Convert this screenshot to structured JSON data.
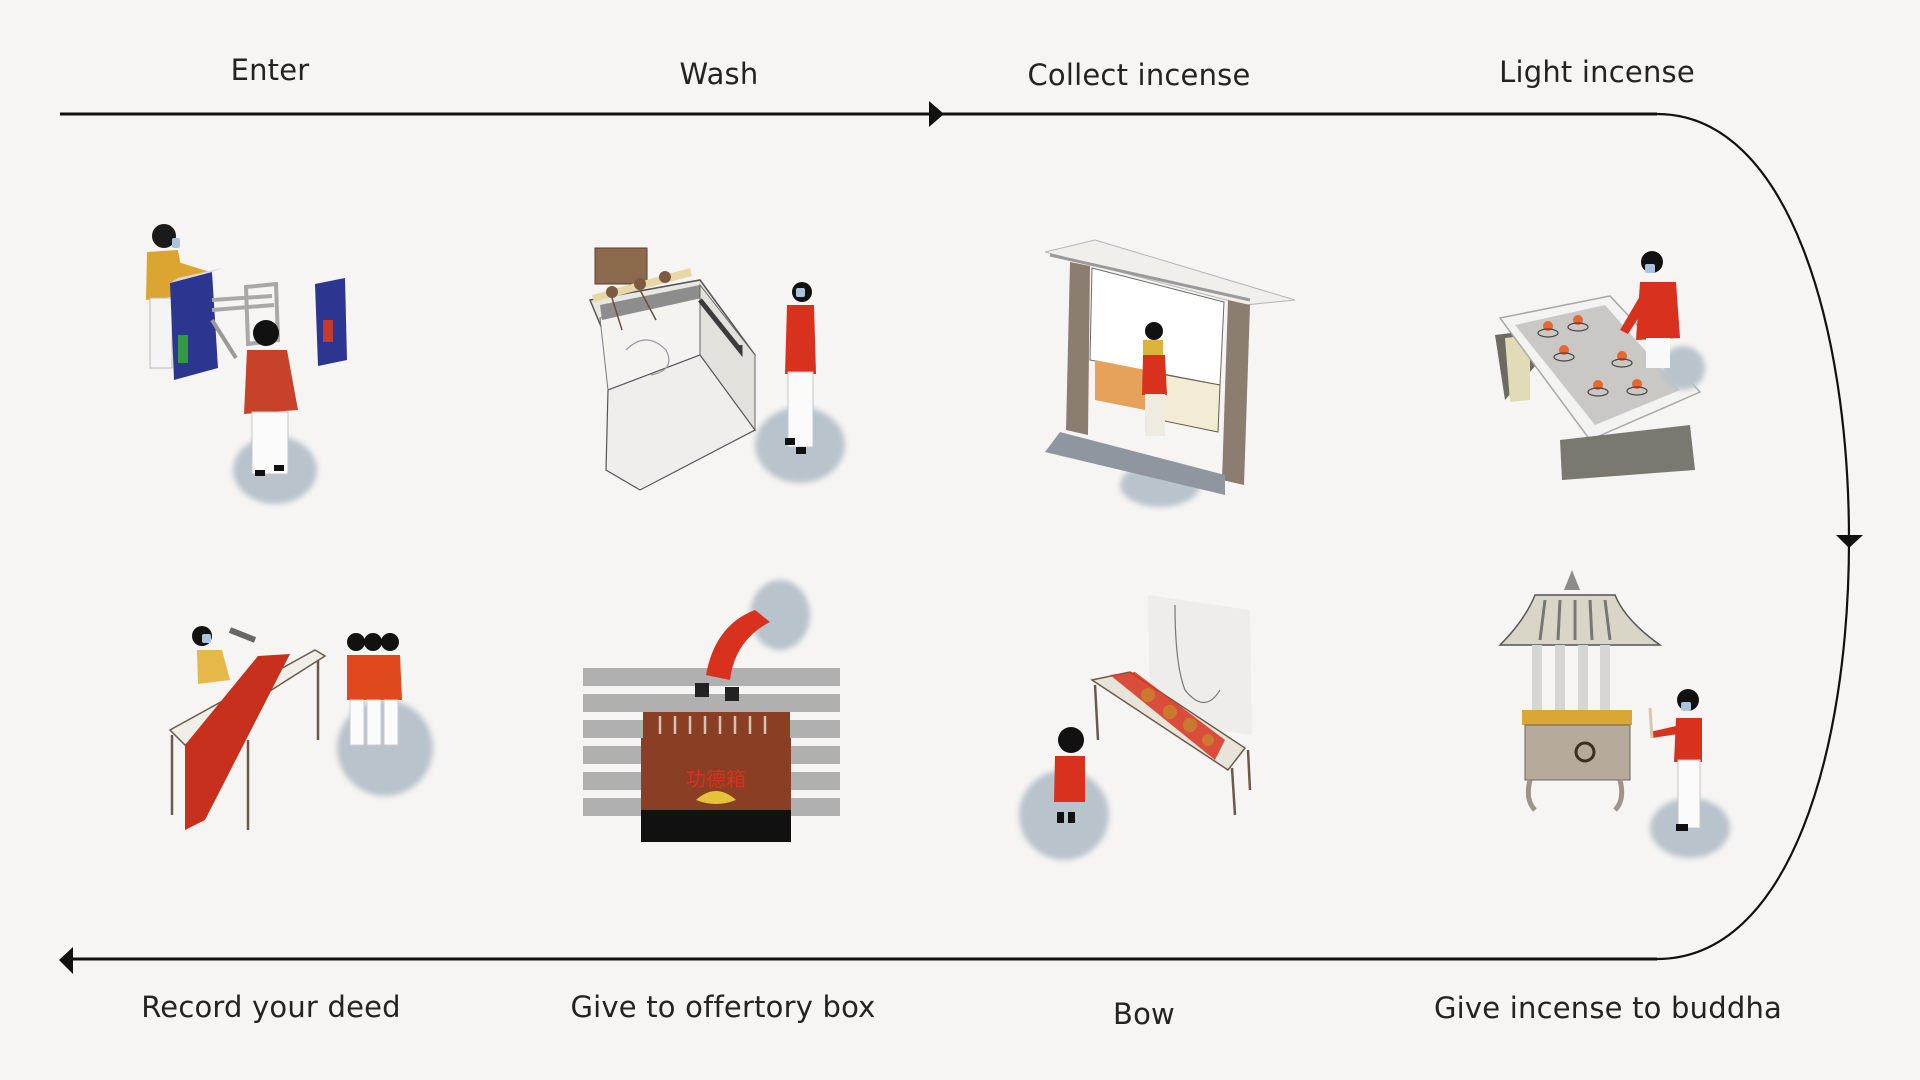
{
  "diagram": {
    "flow_direction": "clockwise",
    "colors": {
      "background": "#f6f5f3",
      "line": "#111111",
      "text": "#232323",
      "robe_red": "#d8321f",
      "jacket_yellow": "#dca531",
      "shadow_blue": "#b9c3cc",
      "box_brown": "#8a3e24",
      "gate_blue": "#2c3590"
    },
    "steps": [
      {
        "order": 1,
        "label": "Enter",
        "row": "top",
        "icon": "turnstile-gate-illustration"
      },
      {
        "order": 2,
        "label": "Wash",
        "row": "top",
        "icon": "washing-basin-illustration"
      },
      {
        "order": 3,
        "label": "Collect incense",
        "row": "top",
        "icon": "incense-kiosk-illustration"
      },
      {
        "order": 4,
        "label": "Light incense",
        "row": "top",
        "icon": "candle-table-illustration"
      },
      {
        "order": 5,
        "label": "Give incense to buddha",
        "row": "bottom",
        "icon": "incense-burner-pavilion-illustration"
      },
      {
        "order": 6,
        "label": "Bow",
        "row": "bottom",
        "icon": "offering-altar-illustration"
      },
      {
        "order": 7,
        "label": "Give to offertory box",
        "row": "bottom",
        "icon": "offertory-box-illustration"
      },
      {
        "order": 8,
        "label": "Record your deed",
        "row": "bottom",
        "icon": "deed-recording-table-illustration"
      }
    ],
    "offertory_box_lettering": "功德箱"
  }
}
